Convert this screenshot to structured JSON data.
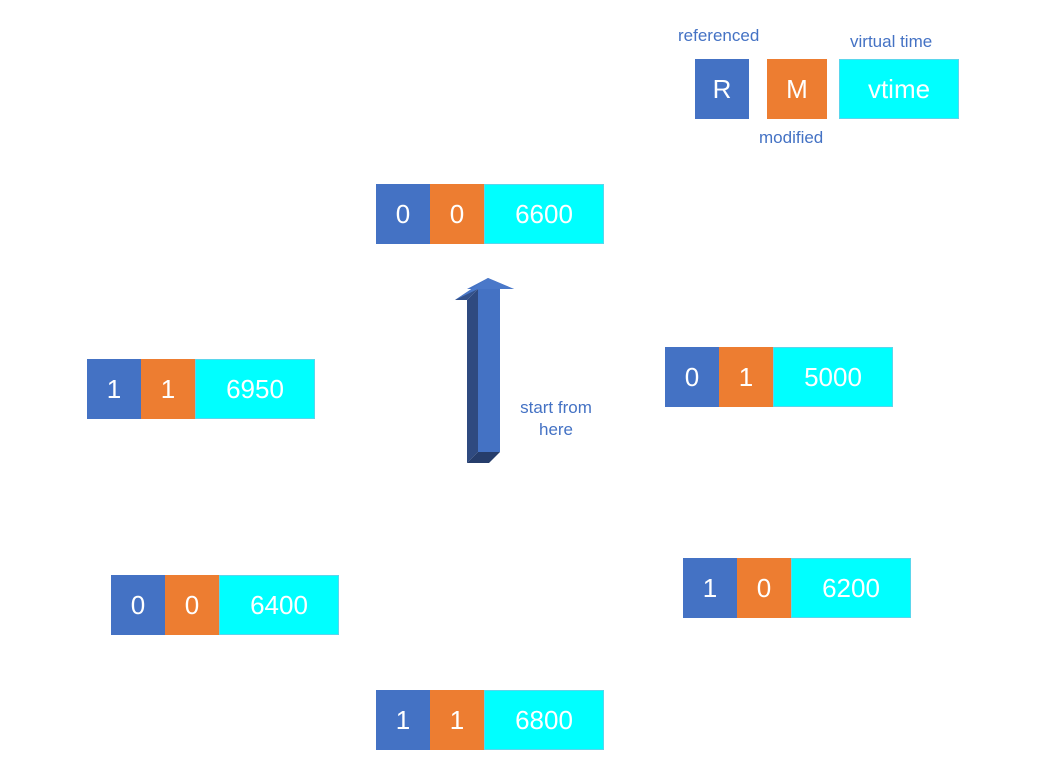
{
  "legend": {
    "referenced_label": "referenced",
    "modified_label": "modified",
    "vtime_label": "virtual time",
    "r_letter": "R",
    "m_letter": "M",
    "v_text": "vtime"
  },
  "pointer": {
    "line1": "start from",
    "line2": "here"
  },
  "entries": [
    {
      "r": "0",
      "m": "0",
      "vtime": "6600"
    },
    {
      "r": "0",
      "m": "1",
      "vtime": "5000"
    },
    {
      "r": "1",
      "m": "0",
      "vtime": "6200"
    },
    {
      "r": "1",
      "m": "1",
      "vtime": "6800"
    },
    {
      "r": "0",
      "m": "0",
      "vtime": "6400"
    },
    {
      "r": "1",
      "m": "1",
      "vtime": "6950"
    }
  ],
  "colors": {
    "referenced": "#4472c4",
    "modified": "#ed7d31",
    "vtime": "#00ffff",
    "label_text": "#4472c4",
    "arrow_front": "#4472c4",
    "arrow_side": "#2f4a80"
  }
}
